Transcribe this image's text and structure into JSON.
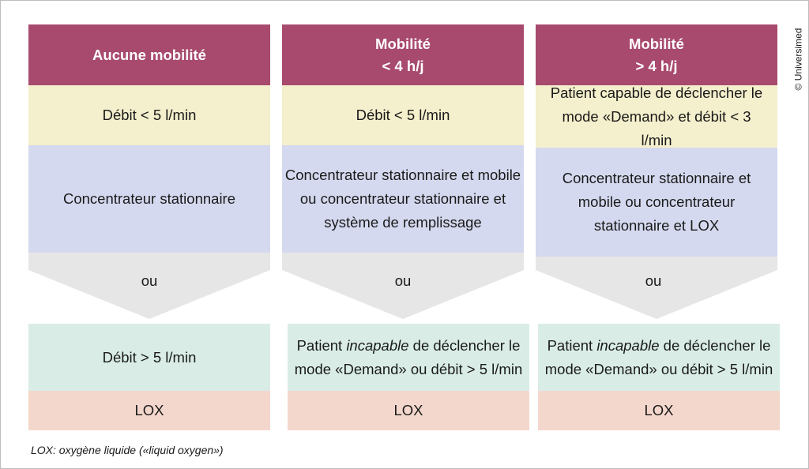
{
  "columns": [
    {
      "header_line1": "Aucune mobilité",
      "header_line2": "",
      "condition1": "Débit < 5 l/min",
      "device1": "Concentrateur stationnaire",
      "separator": "ou",
      "condition2": "Débit > 5 l/min",
      "device2": "LOX"
    },
    {
      "header_line1": "Mobilité",
      "header_line2": "< 4 h/j",
      "condition1": "Débit < 5 l/min",
      "device1": "Concentrateur stationnaire et mobile ou concentrateur stationnaire et système de remplissage",
      "separator": "ou",
      "condition2_prefix": "Patient ",
      "condition2_italic": "incapable",
      "condition2_suffix": " de déclencher le mode «Demand» ou débit > 5 l/min",
      "device2": "LOX"
    },
    {
      "header_line1": "Mobilité",
      "header_line2": "> 4 h/j",
      "condition1": "Patient capable de déclencher le mode «Demand» et débit < 3 l/min",
      "device1": "Concentrateur stationnaire et mobile ou concentrateur stationnaire et LOX",
      "separator": "ou",
      "condition2_prefix": "Patient ",
      "condition2_italic": "incapable",
      "condition2_suffix": " de déclencher le mode «Demand» ou débit > 5 l/min",
      "device2": "LOX"
    }
  ],
  "footnote": "LOX: oxygène liquide («liquid oxygen»)",
  "copyright": "© Universimed",
  "colors": {
    "header": "#a84a6e",
    "condition": "#f4efcc",
    "device": "#d5d9ef",
    "chevron": "#e6e6e6",
    "condition_alt": "#d9ede6",
    "lox": "#f4d7cc"
  }
}
